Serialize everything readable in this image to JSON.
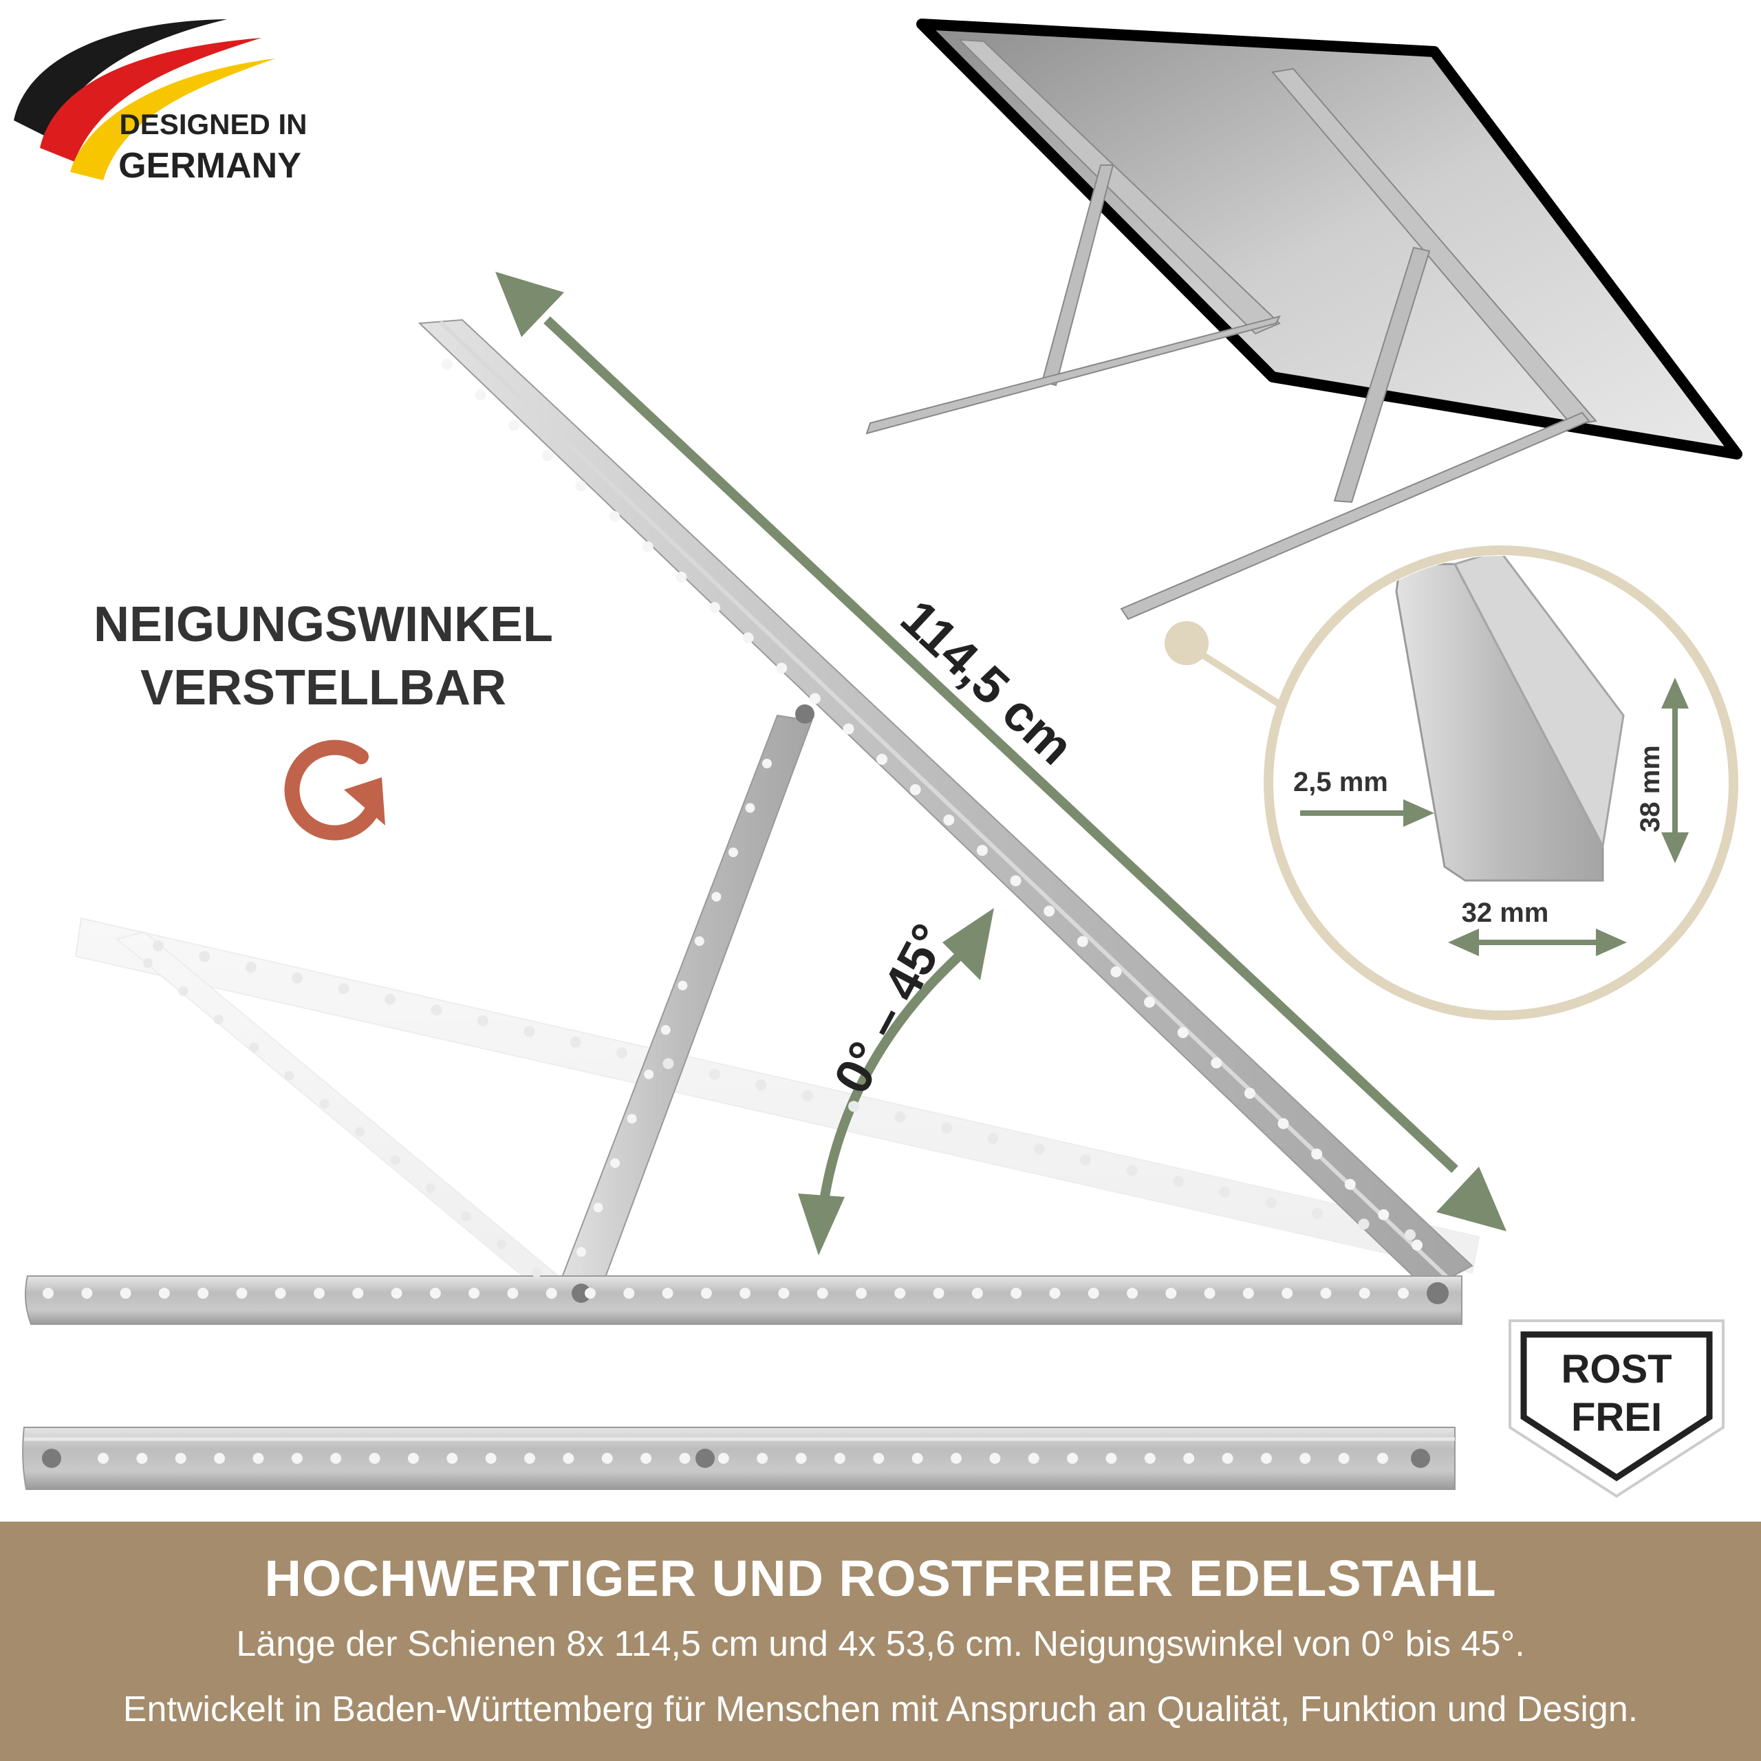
{
  "badge": {
    "line1": "DESIGNED IN",
    "line2": "GERMANY",
    "flag_colors": [
      "#1a1a1a",
      "#dd1d1d",
      "#f7c600"
    ]
  },
  "headline": {
    "line1": "NEIGUNGSWINKEL",
    "line2": "VERSTELLBAR",
    "rotate_icon": "rotate-arrow-icon",
    "rotate_color": "#c0634a"
  },
  "dimensions": {
    "rail_length": "114,5 cm",
    "angle_range": "0° – 45°",
    "thickness": "2,5 mm",
    "height": "38 mm",
    "width": "32 mm",
    "arrow_color": "#7a8b6e",
    "detail_ring_color": "#e0d5bd"
  },
  "seal": {
    "line1": "ROST",
    "line2": "FREI"
  },
  "footer": {
    "title": "HOCHWERTIGER UND ROSTFREIER EDELSTAHL",
    "line1": "Länge der Schienen 8x 114,5 cm und 4x 53,6 cm. Neigungswinkel von 0° bis 45°.",
    "line2": "Entwickelt in Baden-Württemberg für Menschen mit Anspruch an Qualität, Funktion und Design.",
    "background": "#a48c6c"
  }
}
